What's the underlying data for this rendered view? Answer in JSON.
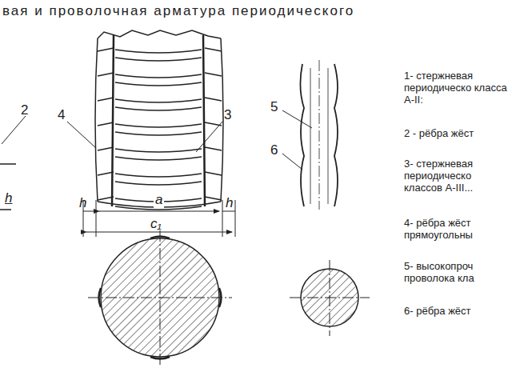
{
  "diagram": {
    "title": "вая и проволочная арматура периодического",
    "labels": [
      "2",
      "h",
      "4",
      "3",
      "h",
      "a",
      "h",
      "c₁",
      "5",
      "6",
      "1- стержневая периодическо класса А-II:",
      "2 - рёбра жёст",
      "3- стержневая периодическо классов А-III...",
      "4- рёбра жёст прямоугольны",
      "5- высокопроч проволока кла",
      "6- рёбра жёст"
    ]
  }
}
